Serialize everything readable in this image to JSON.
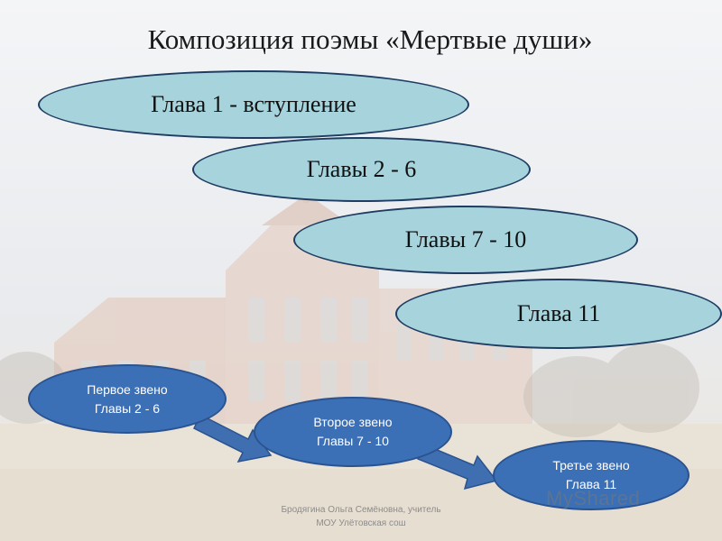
{
  "title": "Композиция поэмы «Мертвые души»",
  "chapters": [
    {
      "label": "Глава 1 - вступление"
    },
    {
      "label": "Главы 2 - 6"
    },
    {
      "label": "Главы 7 - 10"
    },
    {
      "label": "Глава 11"
    }
  ],
  "links": [
    {
      "line1": "Первое звено",
      "line2": "Главы 2 - 6"
    },
    {
      "line1": "Второе звено",
      "line2": "Главы 7 - 10"
    },
    {
      "line1": "Третье звено",
      "line2": "Глава 11"
    }
  ],
  "footer": {
    "line1": "Бродягина Ольга Семёновна, учитель",
    "line2": "МОУ Улётовская сош"
  },
  "watermark": "MyShared",
  "colors": {
    "chapter_fill": "#a7d4dc",
    "chapter_border": "#1f3d63",
    "link_fill": "#3b6fb6",
    "arrow_fill": "#3f6fb0"
  }
}
